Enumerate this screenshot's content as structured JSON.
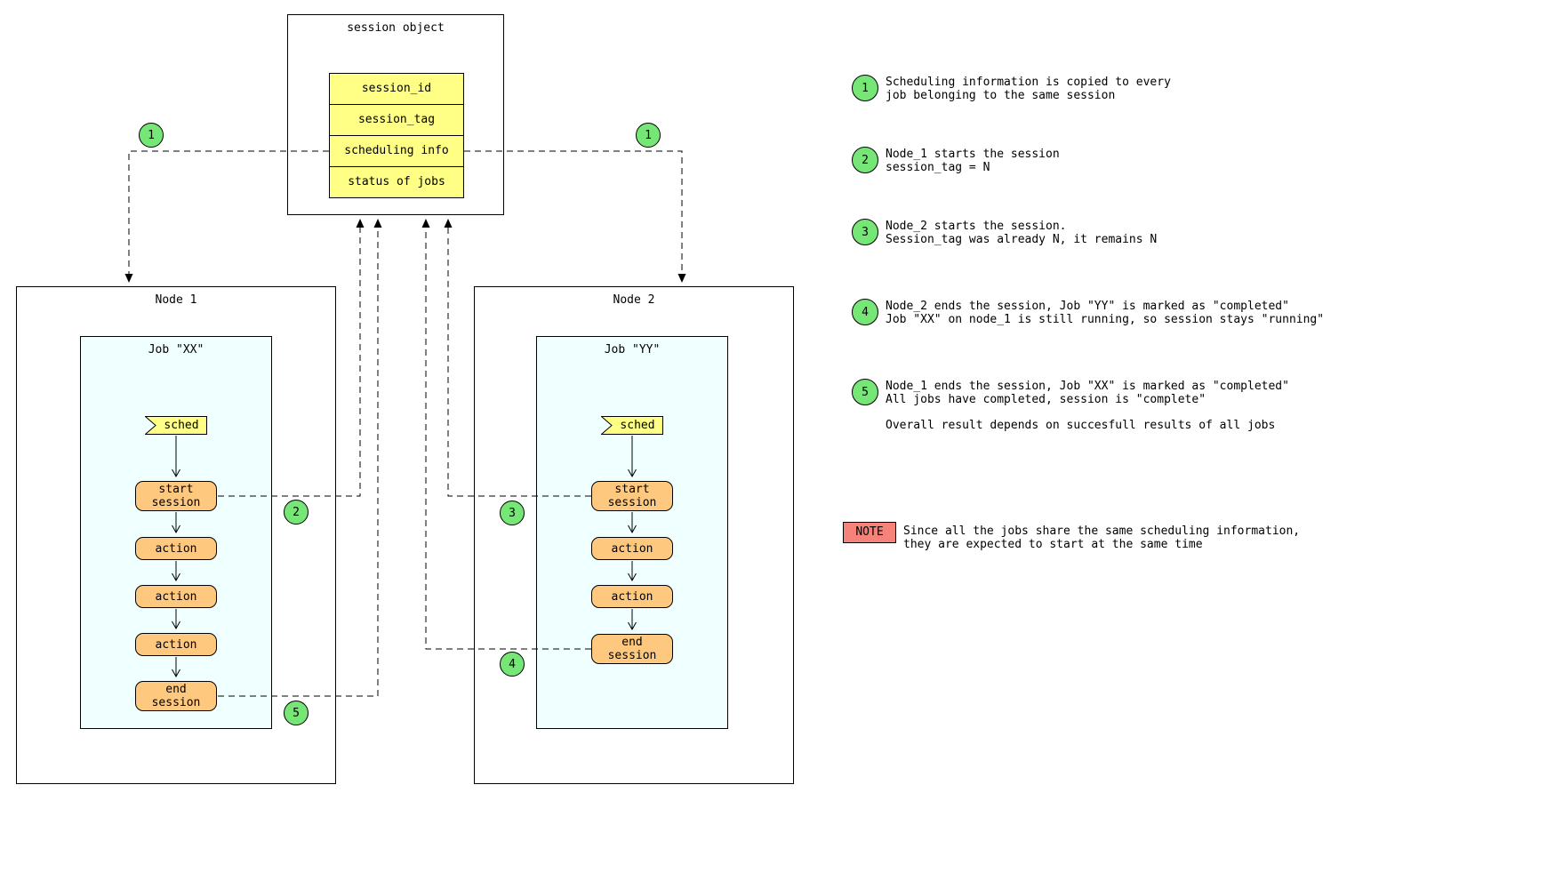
{
  "colors": {
    "table_yellow": "#ffff85",
    "step_orange": "#ffc87f",
    "job_azure": "#f0ffff",
    "marker_green": "#76e776",
    "note_red": "#f5837a"
  },
  "session_object": {
    "title": "session object",
    "rows": [
      "session_id",
      "session_tag",
      "scheduling info",
      "status of jobs"
    ]
  },
  "nodes": [
    {
      "title": "Node 1",
      "job_title": "Job \"XX\"",
      "sched": "sched",
      "steps": [
        "start\nsession",
        "action",
        "action",
        "action",
        "end\nsession"
      ]
    },
    {
      "title": "Node 2",
      "job_title": "Job \"YY\"",
      "sched": "sched",
      "steps": [
        "start\nsession",
        "action",
        "action",
        "end\nsession"
      ]
    }
  ],
  "markers": {
    "copy_left": "1",
    "copy_right": "1",
    "start_xx": "2",
    "start_yy": "3",
    "end_yy": "4",
    "end_xx": "5"
  },
  "annotations": [
    {
      "num": "1",
      "text": "Scheduling information is copied to every\njob belonging to the same session"
    },
    {
      "num": "2",
      "text": "Node_1 starts the session\nsession_tag = N"
    },
    {
      "num": "3",
      "text": "Node_2 starts the session.\nSession_tag was already N, it remains N"
    },
    {
      "num": "4",
      "text": "Node_2 ends the session, Job \"YY\" is marked as \"completed\"\nJob \"XX\" on node_1 is still running, so session stays \"running\""
    },
    {
      "num": "5",
      "text": "Node_1 ends the session, Job \"XX\" is marked as \"completed\"\nAll jobs have completed, session is \"complete\""
    }
  ],
  "overall_note": "Overall result depends on succesfull results of all jobs",
  "note": {
    "label": "NOTE",
    "text": "Since all the jobs share the same scheduling information,\nthey are expected to start at the same time"
  }
}
